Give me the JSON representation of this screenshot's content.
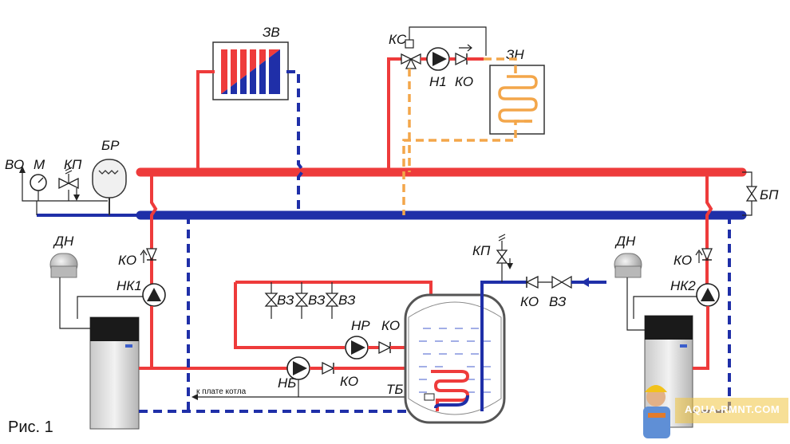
{
  "labels": {
    "vo": "ВО",
    "m": "М",
    "kp_left": "КП",
    "br": "БР",
    "zv": "ЗВ",
    "ks": "КС",
    "n1": "Н1",
    "ko_top": "КО",
    "zn": "ЗН",
    "bp": "БП",
    "dn_left": "ДН",
    "ko_left": "КО",
    "nk1": "НК1",
    "vz1": "ВЗ",
    "vz2": "ВЗ",
    "vz3": "ВЗ",
    "nr": "НР",
    "ko_nr": "КО",
    "nb": "НБ",
    "ko_nb": "КО",
    "tb": "ТБ",
    "boiler_note": "к плате котла",
    "kp_right": "КП",
    "ko_inlet": "КО",
    "vz_inlet": "ВЗ",
    "dn_right": "ДН",
    "ko_right": "КО",
    "nk2": "НК2",
    "figure": "Рис. 1",
    "watermark": "AQUA-RMNT.COM"
  },
  "colors": {
    "hot": "#ee3b3b",
    "cold": "#1f2fa8",
    "solar_loop": "#f3a64a"
  }
}
